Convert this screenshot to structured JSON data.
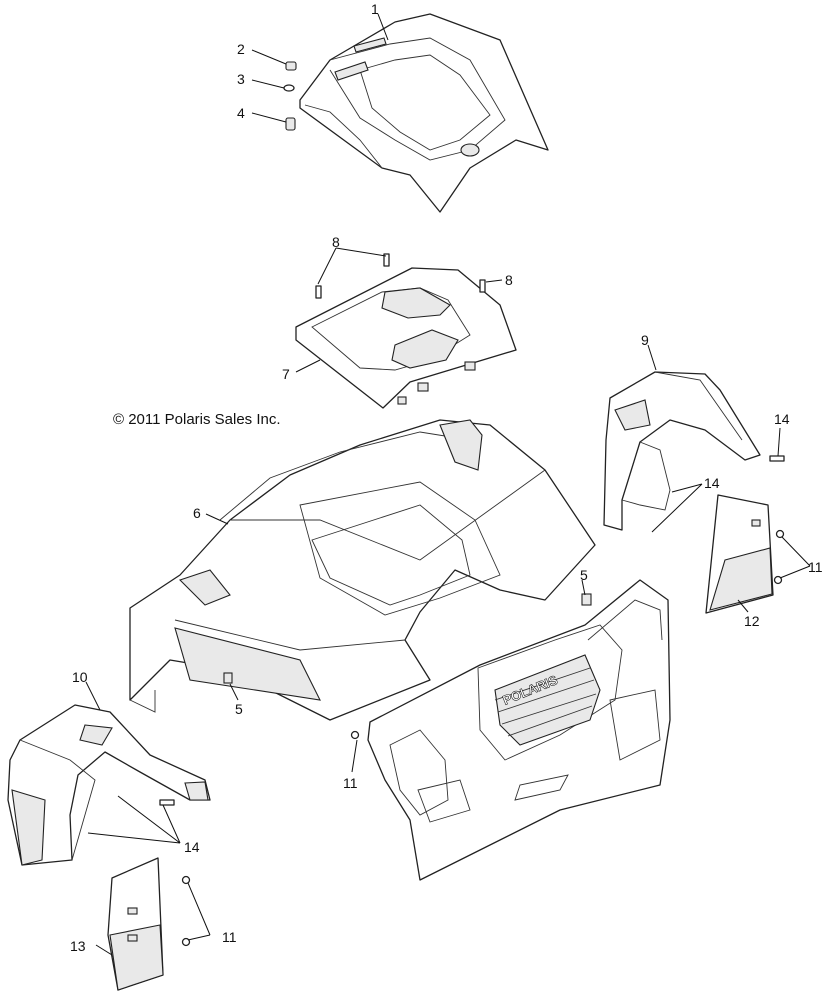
{
  "diagram": {
    "copyright": "© 2011 Polaris Sales Inc.",
    "grille_brand": "POLARIS",
    "callouts": {
      "c1": "1",
      "c2": "2",
      "c3": "3",
      "c4": "4",
      "c5a": "5",
      "c5b": "5",
      "c6": "6",
      "c7": "7",
      "c8a": "8",
      "c8b": "8",
      "c9": "9",
      "c10": "10",
      "c11a": "11",
      "c11b": "11",
      "c11c": "11",
      "c12": "12",
      "c13": "13",
      "c14a": "14",
      "c14b": "14",
      "c14c": "14"
    }
  }
}
